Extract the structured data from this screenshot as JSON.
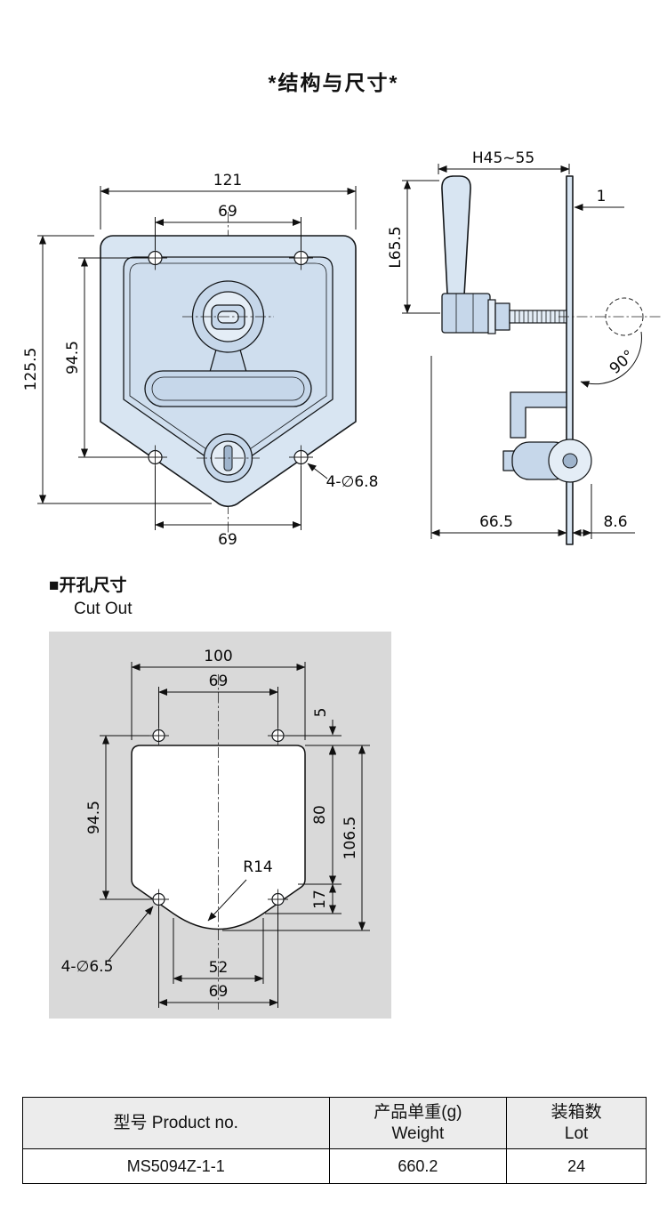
{
  "page": {
    "title": "*结构与尺寸*"
  },
  "front_view": {
    "dim_width_overall": "121",
    "dim_hole_spacing_top": "69",
    "dim_height_overall": "125.5",
    "dim_hole_spacing_vertical": "94.5",
    "dim_hole_spacing_bottom": "69",
    "dim_hole_callout": "4-∅6.8"
  },
  "side_view": {
    "dim_grip_range": "H45~55",
    "dim_panel_thickness": "1",
    "dim_handle_length": "L65.5",
    "dim_rotation_angle": "90°",
    "dim_depth": "66.5",
    "dim_cam_offset": "8.6"
  },
  "cutout": {
    "heading_cn": "■开孔尺寸",
    "heading_en": "Cut Out",
    "dim_width": "100",
    "dim_hole_spacing_top": "69",
    "dim_top_offset": "5",
    "dim_hole_spacing_vertical": "94.5",
    "dim_side_height": "80",
    "dim_height_overall": "106.5",
    "dim_notch_depth": "17",
    "dim_notch_radius": "R14",
    "dim_hole_callout": "4-∅6.5",
    "dim_notch_width": "52",
    "dim_hole_spacing_bottom": "69"
  },
  "spec_table": {
    "col_product_no": "型号 Product no.",
    "col_weight_line1": "产品单重(g)",
    "col_weight_line2": "Weight",
    "col_lot_line1": "装箱数",
    "col_lot_line2": "Lot",
    "rows": [
      {
        "product_no": "MS5094Z-1-1",
        "weight": "660.2",
        "lot": "24"
      }
    ]
  }
}
